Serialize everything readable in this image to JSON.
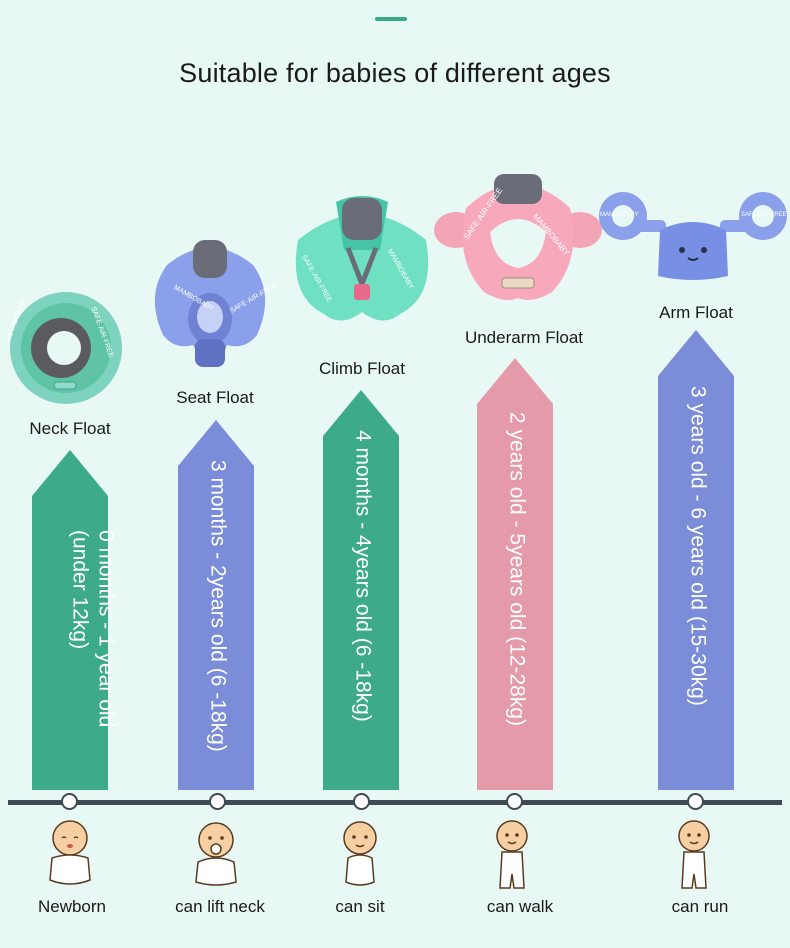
{
  "heading": "Suitable for babies of different ages",
  "products": [
    {
      "name": "Neck Float",
      "range_line1": "0 months - 1 year old",
      "range_line2": "(under 12kg)",
      "color": "#3daa89",
      "brand": "MAMBOBABY",
      "slogan": "SAFE·AIR·FREE"
    },
    {
      "name": "Seat Float",
      "range_line1": "3 months - 2years old (6 -18kg)",
      "color": "#7b8cd8",
      "brand": "MAMBOBABY",
      "slogan": "SAFE·AIR·FREE"
    },
    {
      "name": "Climb Float",
      "range_line1": "4 months - 4years old (6 -18kg)",
      "color": "#3daa89",
      "brand": "MAMBOBABY",
      "slogan": "SAFE·AIR·FREE"
    },
    {
      "name": "Underarm Float",
      "range_line1": "2 years old - 5years old (12-28kg)",
      "color": "#e49aa8",
      "brand": "MAMBOBABY",
      "slogan": "SAFE·AIR·FREE"
    },
    {
      "name": "Arm Float",
      "range_line1": "3 years old - 6 years old (15-30kg)",
      "color": "#7b8cd8",
      "brand": "MAMBOBABY",
      "slogan": "SAFE·AIR·FREE"
    }
  ],
  "stages": [
    "Newborn",
    "can lift neck",
    "can sit",
    "can walk",
    "can run"
  ]
}
